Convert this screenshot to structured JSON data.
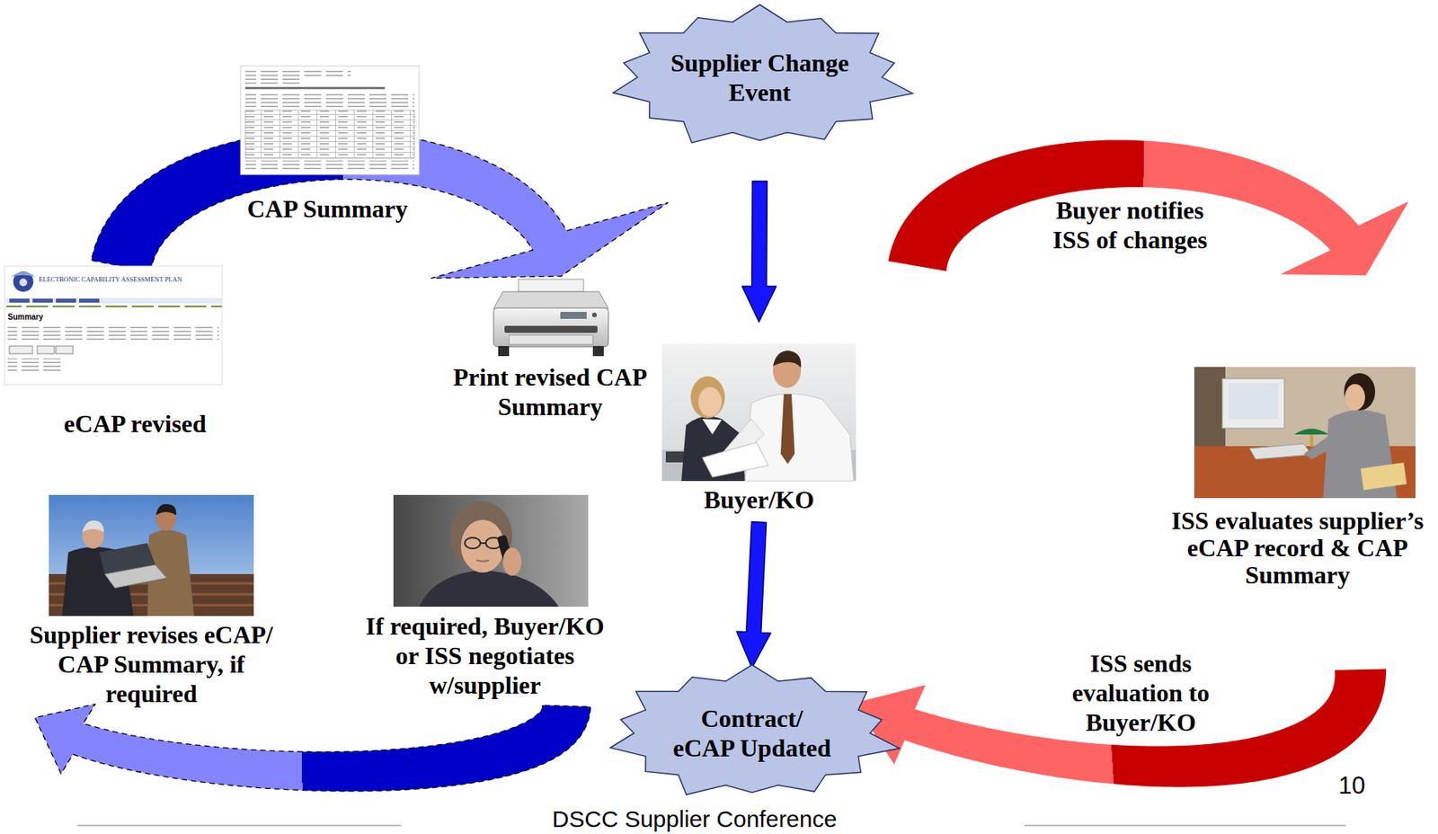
{
  "diagram": {
    "nodes": [
      {
        "text": [
          "Supplier Change Event"
        ]
      },
      {
        "text": [
          "eCAP revised"
        ]
      },
      {
        "text": [
          "Print revised CAP Summary"
        ]
      },
      {
        "text": [
          "Buyer/KO"
        ]
      },
      {
        "text": [
          "ISS evaluates supplier’s eCAP record & CAP Summary"
        ]
      },
      {
        "text": [
          "Supplier revises eCAP/ CAP Summary, if required"
        ]
      },
      {
        "text": [
          "If required, Buyer/KO or ISS negotiates w/supplier"
        ]
      },
      {
        "text": [
          "Contract/ eCAP Updated"
        ]
      }
    ],
    "edges": [
      {
        "from": 0,
        "to": 3,
        "arrow": "to"
      },
      {
        "from": 3,
        "to": 7,
        "arrow": "to"
      },
      {
        "from": 1,
        "to": 2,
        "label": "CAP Summary",
        "arrow": "to"
      },
      {
        "from": 3,
        "to": 4,
        "label": "Buyer notifies ISS of changes",
        "arrow": "to"
      },
      {
        "from": 4,
        "to": 7,
        "label": "ISS sends evaluation to Buyer/KO",
        "arrow": "to"
      },
      {
        "from": 6,
        "to": 5,
        "arrow": "to"
      }
    ],
    "labels": [
      "ELECTRONIC CAPABILITY ASSESSMENT PLAN",
      "Summary",
      "10",
      "DSCC Supplier Conference"
    ]
  }
}
